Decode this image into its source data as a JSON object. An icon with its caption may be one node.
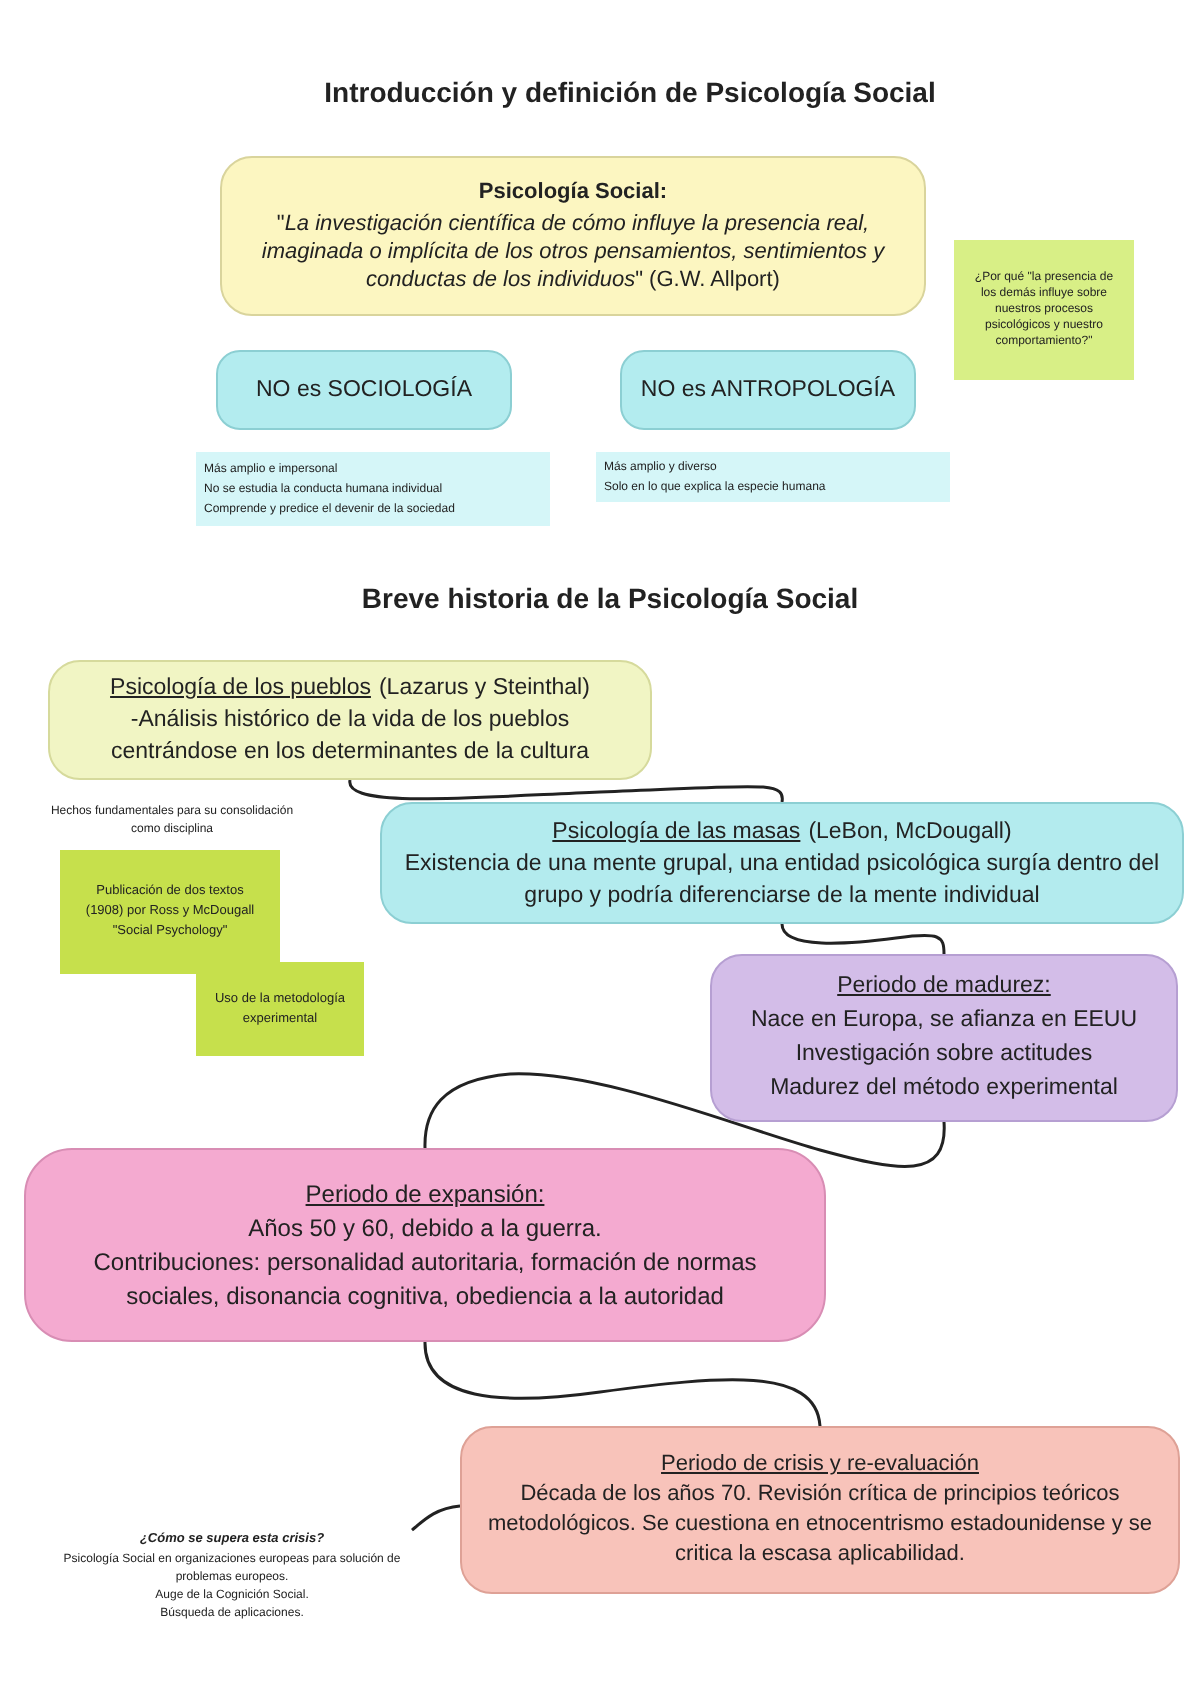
{
  "diagram": {
    "title": "Introducción y definición de Psicología Social",
    "nodes": [
      {
        "text": [
          "Psicología Social:",
          "\"*La investigación científica de cómo influye la presencia real, imaginada o implícita de los otros pensamientos, sentimientos y conductas de los individuos*\" (G.W. Allport)"
        ]
      },
      {
        "text": [
          "¿Por qué \"la presencia de los demás influye sobre nuestros procesos psicológicos y nuestro comportamiento?\""
        ]
      },
      {
        "text": [
          "NO es SOCIOLOGÍA"
        ]
      },
      {
        "text": [
          "Más amplio e impersonal",
          "No se estudia la conducta humana individual",
          "Comprende y predice el devenir de la sociedad"
        ]
      },
      {
        "text": [
          "NO es ANTROPOLOGÍA"
        ]
      },
      {
        "text": [
          "Más amplio y diverso",
          "Solo en lo que explica la especie humana"
        ]
      },
      {
        "text": [
          "Psicología de los pueblos",
          "(Lazarus y Steinthal)",
          "-Análisis histórico de la vida de los pueblos centrándose en los determinantes de la cultura"
        ]
      },
      {
        "text": [
          "Psicología de las masas",
          "(LeBon, McDougall)",
          "Existencia de una mente grupal, una entidad psicológica surgía dentro del grupo y podría diferenciarse de la mente individual"
        ]
      },
      {
        "text": [
          "Publicación de dos textos (1908) por Ross y McDougall \"Social Psychology\""
        ]
      },
      {
        "text": [
          "Uso de la metodología experimental"
        ]
      },
      {
        "text": [
          "Periodo de madurez:",
          "Nace en Europa, se afianza en EEUU",
          "Investigación sobre actitudes",
          "Madurez del método experimental"
        ]
      },
      {
        "text": [
          "Periodo de expansión:",
          "Años 50 y 60, debido a la guerra.",
          "Contribuciones: personalidad autoritaria, formación de normas sociales, disonancia cognitiva, obediencia a la autoridad"
        ]
      },
      {
        "text": [
          "Periodo de crisis y re-evaluación",
          "Década de los años 70. Revisión crítica de principios teóricos metodológicos. Se cuestiona en etnocentrismo estadounidense y se critica la escasa aplicabilidad."
        ]
      },
      {
        "text": [
          "¿Cómo se supera esta crisis?",
          "Psicología Social en organizaciones europeas para solución de problemas europeos.",
          "Auge de la Cognición Social.",
          "Búsqueda de aplicaciones."
        ]
      }
    ],
    "edges": [
      {
        "from": 6,
        "to": 7,
        "arrow": "none"
      },
      {
        "from": 7,
        "to": 10,
        "arrow": "none"
      },
      {
        "from": 10,
        "to": 11,
        "arrow": "none"
      },
      {
        "from": 11,
        "to": 12,
        "arrow": "none"
      },
      {
        "from": 12,
        "to": 13,
        "arrow": "none"
      }
    ],
    "labels": [
      "Breve historia de la Psicología Social",
      "Hechos fundamentales para su consolidación como disciplina"
    ]
  }
}
